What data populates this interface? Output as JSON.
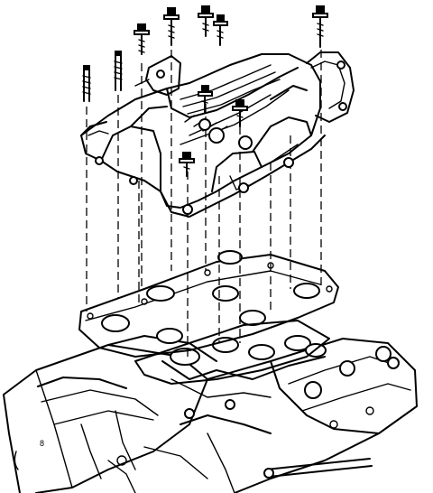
{
  "diagram": {
    "background": "#ffffff",
    "ink": "#000000",
    "label": "8",
    "parts": {
      "bolts": [
        "bolt",
        "bolt",
        "bolt",
        "bolt",
        "bolt",
        "bolt",
        "bolt",
        "bolt"
      ],
      "studs": [
        "stud",
        "stud"
      ]
    }
  }
}
